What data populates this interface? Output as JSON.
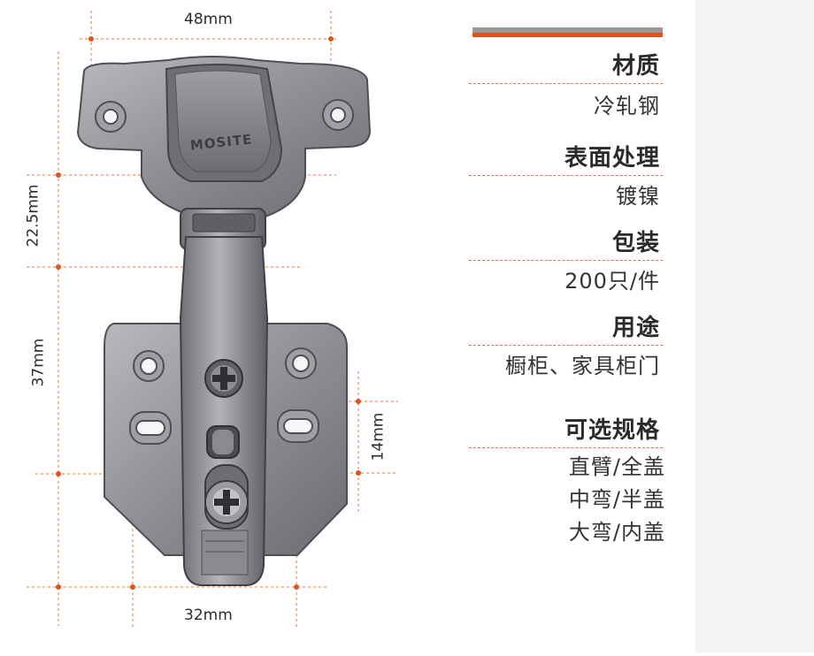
{
  "dimensions": {
    "top_width": "48mm",
    "bottom_width": "32mm",
    "left_upper": "22.5mm",
    "left_lower": "37mm",
    "right_slot": "14mm"
  },
  "logo_text": "MOSITE",
  "colors": {
    "accent": "#e0531f",
    "divider": "#e07a45",
    "bar_gray": "#9a9a9a",
    "metal": "#8c8c90"
  },
  "specs": [
    {
      "label": "材质",
      "value": "冷轧钢"
    },
    {
      "label": "表面处理",
      "value": "镀镍"
    },
    {
      "label": "包装",
      "value": "200只/件"
    },
    {
      "label": "用途",
      "value": "橱柜、家具柜门"
    }
  ],
  "options": {
    "label": "可选规格",
    "items": [
      "直臂/全盖",
      "中弯/半盖",
      "大弯/内盖"
    ]
  }
}
